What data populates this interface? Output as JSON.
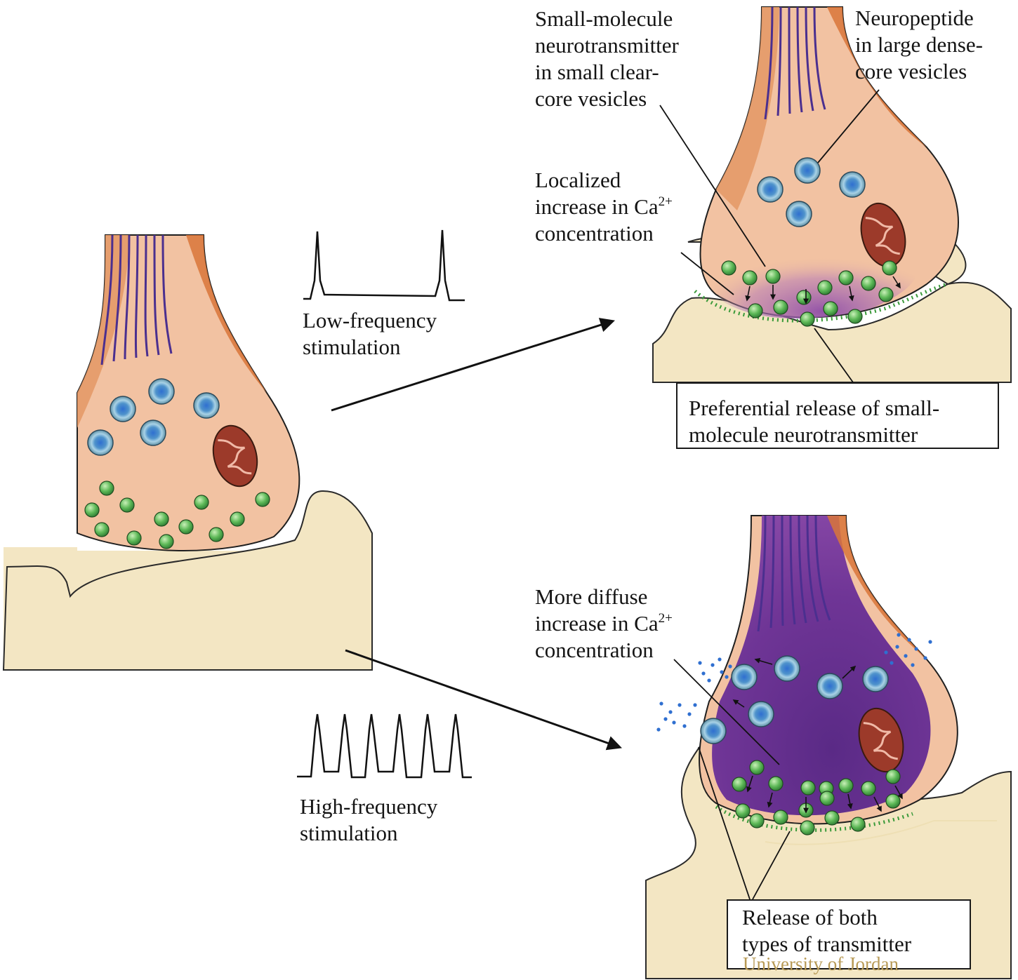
{
  "colors": {
    "axon": "#e9a676",
    "axon_stripe": "#d9763a",
    "bouton": "#f2c2a2",
    "cytoskeleton": "#4b2f8f",
    "postsynaptic": "#f3e6c3",
    "postsynaptic_edge": "#eedfb4",
    "calcium_local": "#b479b6",
    "calcium_diffuse": "#6f3596",
    "small_vesicle": "#5db857",
    "large_vesicle": "#4f93cb",
    "released_neurotransmitter": "#4ea04a",
    "released_neuropeptide": "#2f6fd0",
    "mitochondrion": "#9c3a2a",
    "watermark": "#b89a56"
  },
  "labels": {
    "small_molecule": [
      "Small-molecule",
      "neurotransmitter",
      "in small clear-",
      "core vesicles"
    ],
    "neuropeptide": [
      "Neuropeptide",
      "in large dense-",
      "core vesicles"
    ],
    "localized_ca": {
      "line1": "Localized",
      "line2_text": "increase in Ca",
      "line2_sup": "2+",
      "line3": "concentration"
    },
    "low_frequency": [
      "Low-frequency",
      "stimulation"
    ],
    "preferential": [
      "Preferential release of small-",
      "molecule neurotransmitter"
    ],
    "diffuse_ca": {
      "line1": "More diffuse",
      "line2_text": "increase in Ca",
      "line2_sup": "2+",
      "line3": "concentration"
    },
    "high_frequency": [
      "High-frequency",
      "stimulation"
    ],
    "both_types": [
      "Release of both",
      "types of transmitter"
    ]
  },
  "watermark": "University of Jordan",
  "icons": {
    "spike_train": "action-potential-trace",
    "vesicle_small": "green-sphere",
    "vesicle_large": "blue-sphere",
    "mitochondrion": "mitochondrion-icon",
    "arrow": "right-arrow"
  }
}
